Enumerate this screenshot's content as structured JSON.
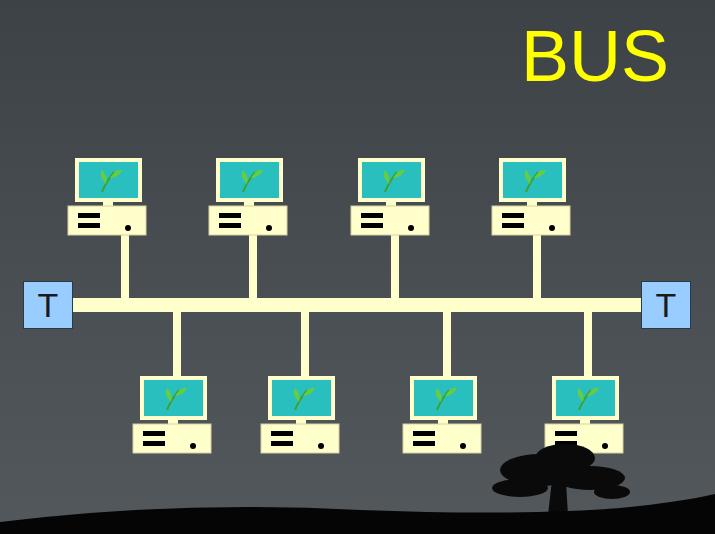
{
  "diagram": {
    "title": "BUS",
    "nodes": [
      {
        "text": [
          "T"
        ]
      },
      {
        "text": [
          "T"
        ]
      }
    ],
    "edges": [
      {
        "from": 0,
        "to": 1,
        "arrow": "none"
      }
    ]
  }
}
